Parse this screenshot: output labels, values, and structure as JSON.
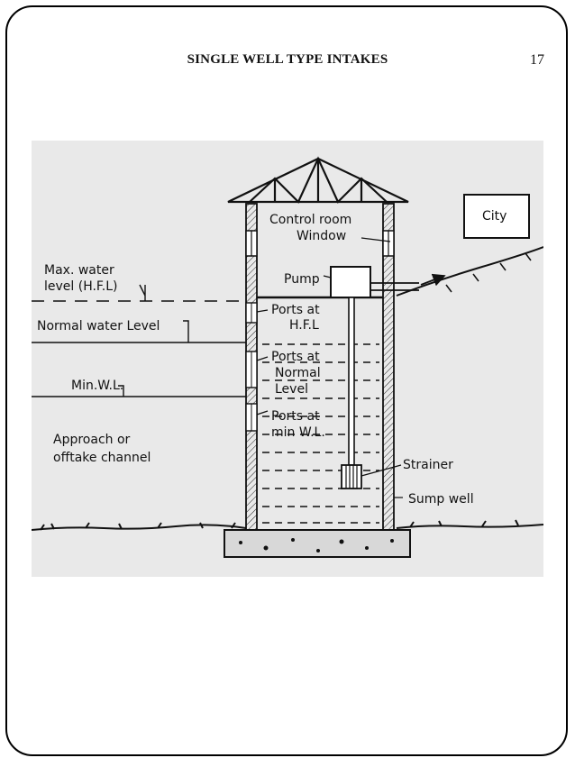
{
  "slide": {
    "title": "SINGLE WELL TYPE INTAKES",
    "page_number": "17"
  },
  "diagram": {
    "labels": {
      "control_room": "Control room",
      "window": "Window",
      "city": "City",
      "pump": "Pump",
      "max_water_level_line1": "Max. water",
      "max_water_level_line2": "level (H.F.L)",
      "normal_water_level": "Normal water Level",
      "min_wl": "Min.W.L.",
      "ports_hfl_line1": "Ports at",
      "ports_hfl_line2": "H.F.L",
      "ports_normal_line1": "Ports at",
      "ports_normal_line2": "Normal",
      "ports_normal_line3": "Level",
      "ports_min_line1": "Ports at",
      "ports_min_line2": "min W.L.",
      "approach_line1": "Approach or",
      "approach_line2": "offtake channel",
      "strainer": "Strainer",
      "sump_well": "Sump well"
    }
  }
}
